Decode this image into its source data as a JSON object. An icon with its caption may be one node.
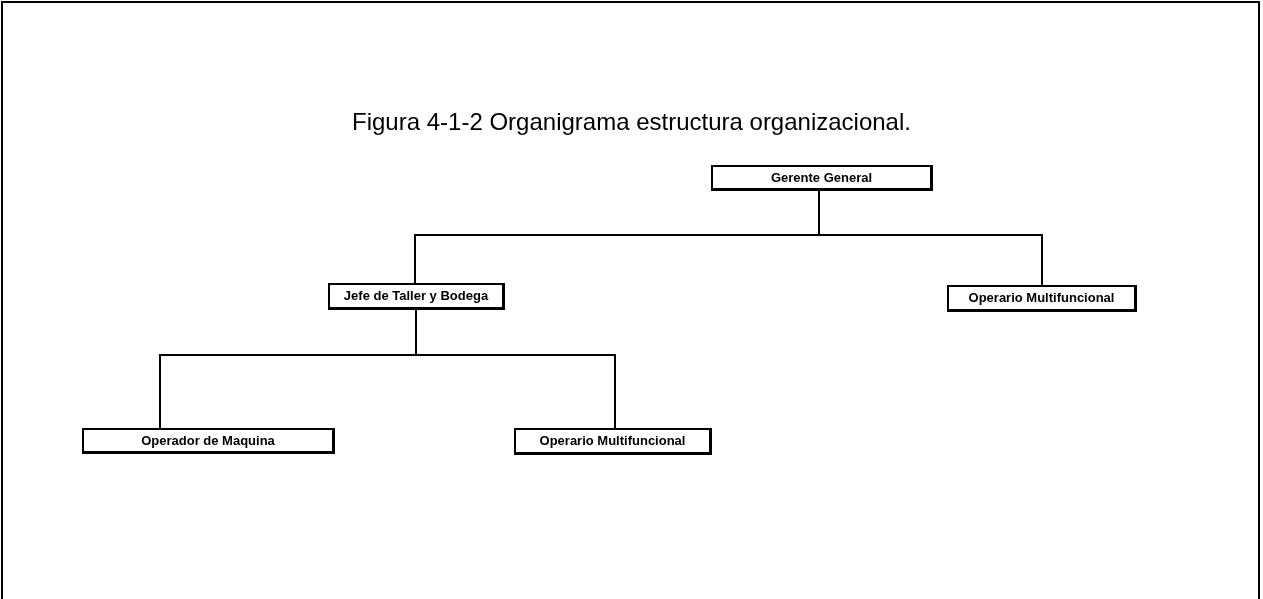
{
  "diagram": {
    "title": "Figura 4-1-2 Organigrama estructura organizacional.",
    "nodes": [
      {
        "text": [
          "Gerente General"
        ]
      },
      {
        "text": [
          "Jefe de Taller y Bodega"
        ]
      },
      {
        "text": [
          "Operario Multifuncional"
        ]
      },
      {
        "text": [
          "Operador de Maquina"
        ]
      },
      {
        "text": [
          "Operario Multifuncional"
        ]
      }
    ],
    "edges": [
      {
        "from": 0,
        "to": 1,
        "arrow": "none"
      },
      {
        "from": 0,
        "to": 2,
        "arrow": "none"
      },
      {
        "from": 1,
        "to": 3,
        "arrow": "none"
      },
      {
        "from": 1,
        "to": 4,
        "arrow": "none"
      }
    ]
  }
}
